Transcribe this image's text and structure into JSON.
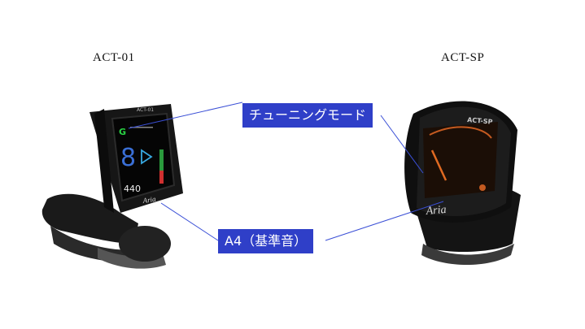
{
  "models": {
    "left": "ACT-01",
    "right": "ACT-SP"
  },
  "callouts": {
    "tuning_mode": "チューニングモード",
    "a4": "A4（基準音）"
  },
  "left_device": {
    "screen_model": "ACT-01",
    "note": "G",
    "big_digit": "8",
    "freq": "440",
    "brand": "Aria"
  },
  "right_device": {
    "screen_model": "ACT-SP",
    "brand": "Aria"
  },
  "colors": {
    "callout_bg": "#2f3fc8",
    "connector_line": "#3a4fd6"
  }
}
